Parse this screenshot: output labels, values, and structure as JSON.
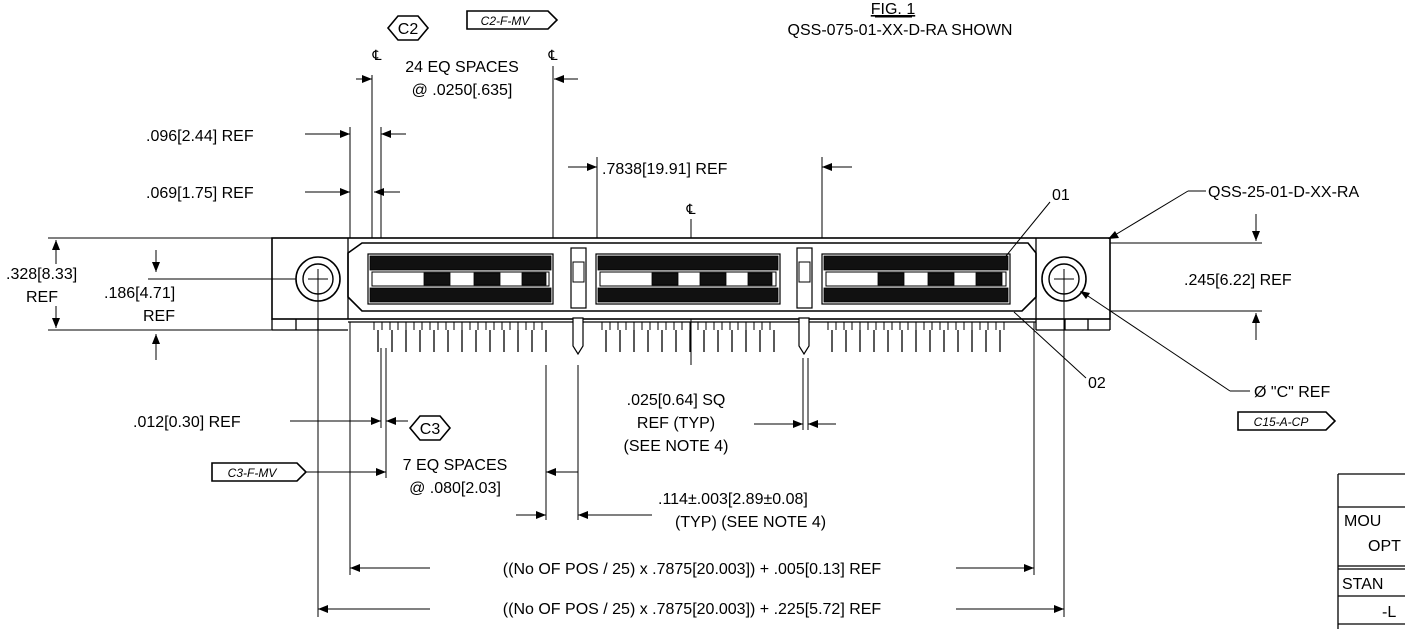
{
  "figure": {
    "title": "FIG. 1",
    "subtitle": "QSS-075-01-XX-D-RA SHOWN"
  },
  "callouts": {
    "part_ref": "QSS-25-01-D-XX-RA",
    "item_01": "01",
    "item_02": "02",
    "diameter_ref": "Ø \"C\" REF",
    "centerline_symbol": "℄"
  },
  "balloons": {
    "c2": "C2",
    "c3": "C3"
  },
  "flags": {
    "c2_f_mv": "C2-F-MV",
    "c3_f_mv": "C3-F-MV",
    "c15_a_cp": "C15-A-CP"
  },
  "dimensions": {
    "eq_spaces_24_line1": "24 EQ SPACES",
    "eq_spaces_24_line2": "@ .0250[.635]",
    "ref_096": ".096[2.44] REF",
    "ref_069": ".069[1.75] REF",
    "ref_7838": ".7838[19.91] REF",
    "ref_328_line1": ".328[8.33]",
    "ref_328_line2": "REF",
    "ref_186_line1": ".186[4.71]",
    "ref_186_line2": "REF",
    "ref_245": ".245[6.22] REF",
    "ref_012": ".012[0.30] REF",
    "eq_spaces_7_line1": "7 EQ SPACES",
    "eq_spaces_7_line2": "@ .080[2.03]",
    "sq_025_line1": ".025[0.64] SQ",
    "sq_025_line2": "REF (TYP)",
    "sq_025_line3": "(SEE NOTE 4)",
    "tol_114_line1": ".114±.003[2.89±0.08]",
    "tol_114_line2": "(TYP) (SEE NOTE 4)",
    "overall_005": "((No OF POS / 25) x .7875[20.003]) + .005[0.13] REF",
    "overall_225": "((No OF POS / 25) x .7875[20.003]) + .225[5.72] REF"
  },
  "table": {
    "row_mounting_line1": "MOU",
    "row_mounting_line2": "OPT",
    "row_standard": "STAN",
    "row_l": "-L"
  }
}
